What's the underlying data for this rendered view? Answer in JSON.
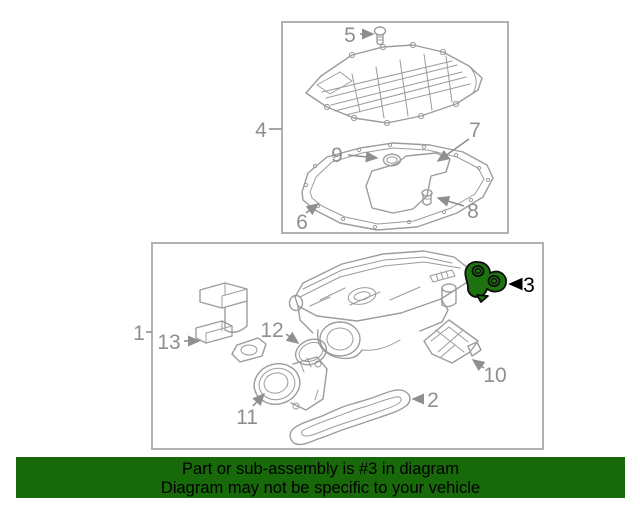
{
  "banner": {
    "line1": "Part or sub-assembly is #3 in diagram",
    "line2": "Diagram may not be specific to your vehicle"
  },
  "callouts": {
    "c1": {
      "label": "1"
    },
    "c2": {
      "label": "2"
    },
    "c3": {
      "label": "3"
    },
    "c4": {
      "label": "4"
    },
    "c5": {
      "label": "5"
    },
    "c6": {
      "label": "6"
    },
    "c7": {
      "label": "7"
    },
    "c8": {
      "label": "8"
    },
    "c9": {
      "label": "9"
    },
    "c10": {
      "label": "10"
    },
    "c11": {
      "label": "11"
    },
    "c12": {
      "label": "12"
    },
    "c13": {
      "label": "13"
    }
  },
  "colors": {
    "banner_green": "#17690a",
    "banner_text": "#000000",
    "highlight_green": "#1f7210",
    "highlight_outline": "#0c0c0c",
    "line_gray": "#9c9c9c",
    "label_gray": "#8f8f8f",
    "box_border": "#b2b2b2",
    "background": "#ffffff"
  }
}
